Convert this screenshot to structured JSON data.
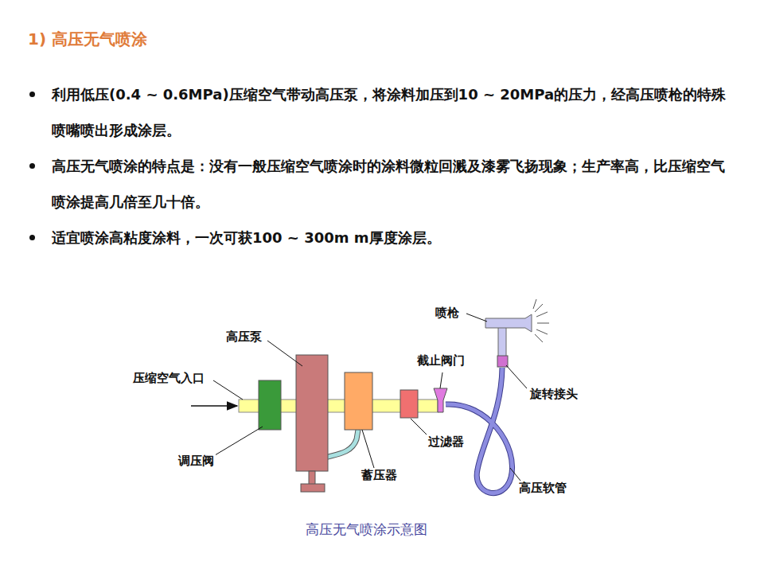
{
  "diagram": {
    "title": "1) 高压无气喷涂",
    "caption": "高压无气喷涂示意图",
    "labels": [
      "利用低压(0.4 ~ 0.6MPa)压缩空气带动高压泵，将涂料加压到10 ~ 20MPa的压力，经高压喷枪的特殊喷嘴喷出形成涂层。",
      "高压无气喷涂的特点是：没有一般压缩空气喷涂时的涂料微粒回溅及漆雾飞扬现象；生产率高，比压缩空气喷涂提高几倍至几十倍。",
      "适宜喷涂高粘度涂料，一次可获100 ~ 300m m厚度涂层。",
      "高压泵",
      "压缩空气入口",
      "调压阀",
      "蓄压器",
      "过滤器",
      "截止阀门",
      "喷枪",
      "旋转接头",
      "高压软管"
    ]
  }
}
